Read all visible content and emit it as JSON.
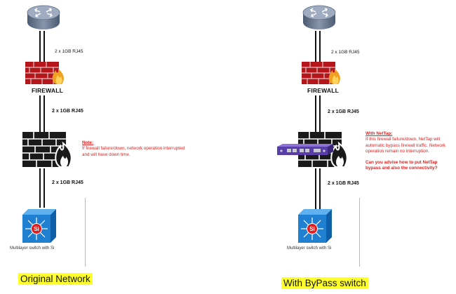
{
  "left": {
    "link_top": "2 x 1GB RJ45",
    "firewall_label": "FIREWALL",
    "link_middle": "2 x 1GB RJ45",
    "link_bottom": "2 x 1GB RJ45",
    "note_title": "Note:",
    "note_text": "If firewall failure/down, network operation interrupted and will have down time.",
    "switch_caption": "Multilayer switch with Si",
    "switch_symbol": "Si",
    "title": "Original Network"
  },
  "right": {
    "link_top": "2 x 1GB RJ45",
    "firewall_label": "FIREWALL",
    "link_middle": "2 x 1GB RJ45",
    "link_bottom": "2 x 1GB RJ45",
    "note_title": "With NetTap:",
    "note_text": "If this firewall failure/down, NetTap will automatic bypass firewall traffic. Network operation remain no interruption.",
    "note_question": "Can you advise how to put NetTap bypass and also the connectivity?",
    "switch_caption": "Multilayer switch with Si",
    "switch_symbol": "Si",
    "title": "With ByPass switch"
  },
  "colors": {
    "router_body": "#6b7d97",
    "firewall_red": "#b4161b",
    "flame": "#f0a020",
    "switch_blue": "#1f7fd0",
    "note_red": "#e02020",
    "nettap_purple": "#5a3ea8",
    "title_highlight": "#ffff2e"
  }
}
